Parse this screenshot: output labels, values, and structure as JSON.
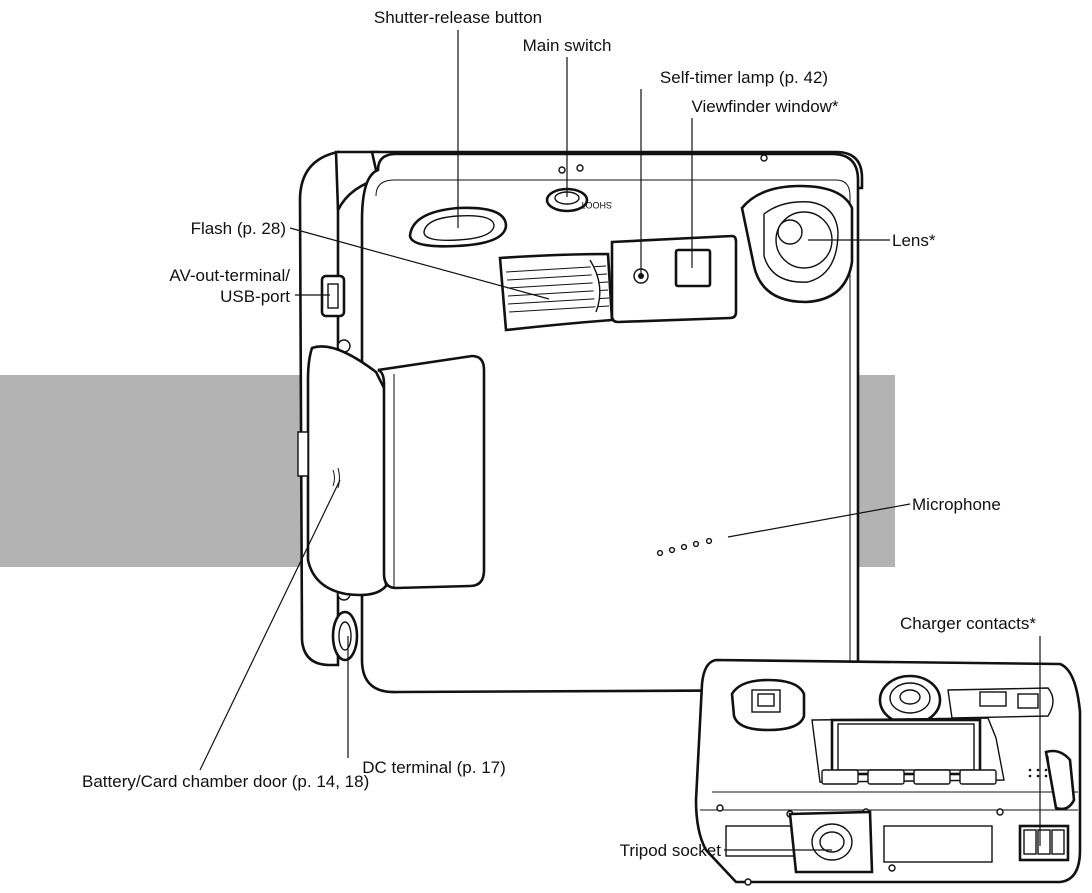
{
  "labels": {
    "shutter_release": "Shutter-release button",
    "main_switch": "Main switch",
    "self_timer": "Self-timer lamp (p. 42)",
    "viewfinder": "Viewfinder window*",
    "flash": "Flash (p. 28)",
    "av_out_1": "AV-out-terminal/",
    "av_out_2": "USB-port",
    "lens": "Lens*",
    "microphone": "Microphone",
    "charger": "Charger contacts*",
    "dc_terminal": "DC terminal (p. 17)",
    "battery_door": "Battery/Card chamber door (p. 14, 18)",
    "tripod": "Tripod socket"
  },
  "band_color": "#b3b3b3"
}
